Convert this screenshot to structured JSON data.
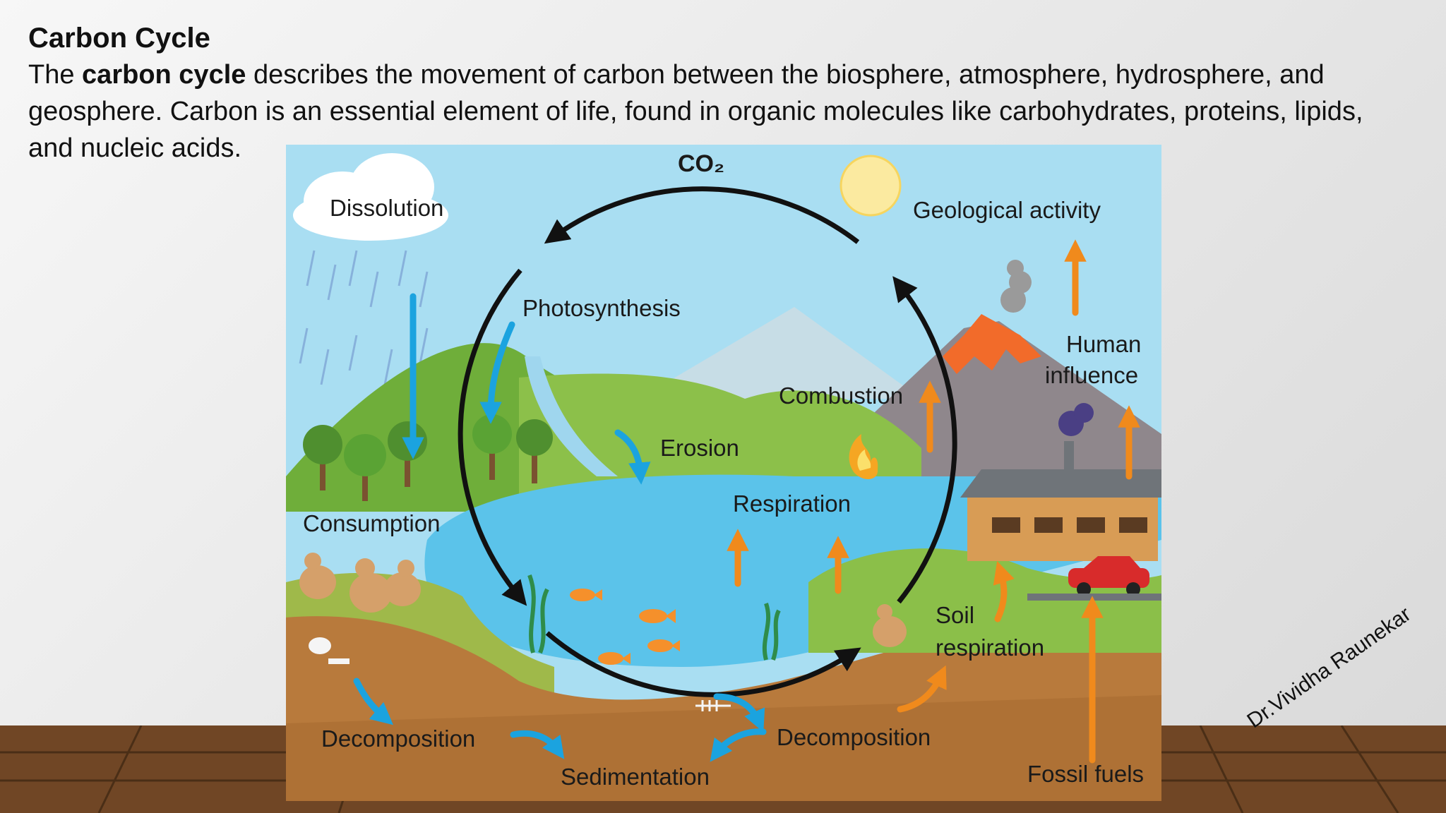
{
  "slide": {
    "title": "Carbon Cycle",
    "body_lead": "The ",
    "body_bold": "carbon cycle",
    "body_rest": " describes the movement of carbon between the biosphere, atmosphere, hydrosphere, and geosphere. Carbon is an essential element of life, found in organic molecules like carbohydrates, proteins, lipids, and nucleic acids."
  },
  "diagram": {
    "co2_label": "CO₂",
    "labels": {
      "dissolution": "Dissolution",
      "geological_activity": "Geological activity",
      "photosynthesis": "Photosynthesis",
      "human_influence_1": "Human",
      "human_influence_2": "influence",
      "combustion": "Combustion",
      "erosion": "Erosion",
      "respiration": "Respiration",
      "consumption": "Consumption",
      "soil_respiration_1": "Soil",
      "soil_respiration_2": "respiration",
      "decomposition_left": "Decomposition",
      "decomposition_right": "Decomposition",
      "sedimentation": "Sedimentation",
      "fossil_fuels": "Fossil fuels"
    },
    "colors": {
      "sky": "#a9def2",
      "water": "#5bc3ea",
      "ground": "#b87a3c",
      "grass": "#7fb53c",
      "blue_arrow": "#1ba3df",
      "orange_arrow": "#f08a1c",
      "lava": "#f26b2a"
    }
  },
  "watermark": "Dr.Vividha Raunekar"
}
